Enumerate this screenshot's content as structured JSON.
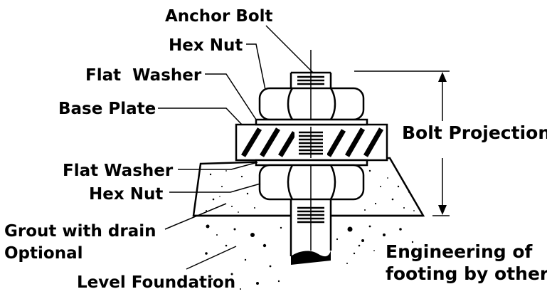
{
  "labels": {
    "anchor_bolt": "Anchor Bolt",
    "hex_nut_top": "Hex Nut",
    "flat_washer_top": "Flat  Washer",
    "base_plate": "Base Plate",
    "flat_washer_bottom": "Flat Washer",
    "hex_nut_bottom": "Hex Nut",
    "grout_line1": "Grout with drain",
    "grout_line2": "Optional",
    "level_foundation": "Level Foundation",
    "bolt_projection": "Bolt Projection",
    "engineering_line1": "Engineering of",
    "engineering_line2": "footing by others"
  },
  "colors": {
    "ink": "#000000",
    "background": "#ffffff"
  }
}
